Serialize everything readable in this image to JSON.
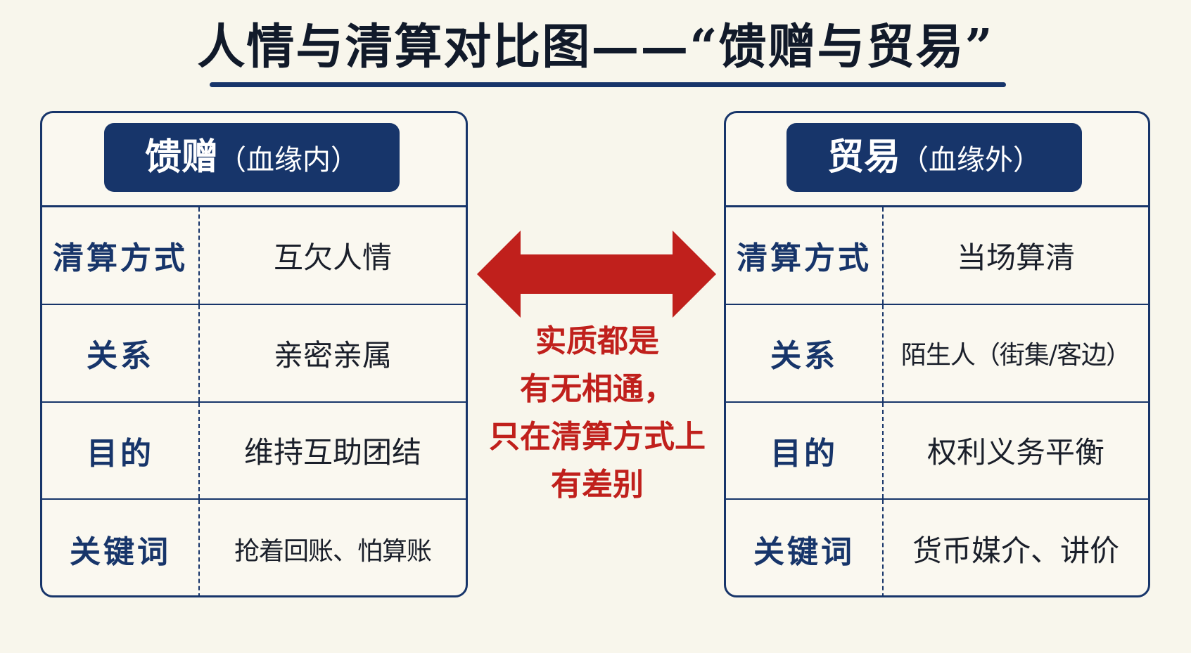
{
  "title": "人情与清算对比图——“馈赠与贸易”",
  "center": {
    "lines": [
      "实质都是",
      "有无相通，",
      "只在清算方式上",
      "有差别"
    ]
  },
  "left": {
    "header_main": "馈赠",
    "header_sub": "（血缘内）",
    "rows": [
      {
        "label": "清算方式",
        "value": "互欠人情"
      },
      {
        "label": "关系",
        "value": "亲密亲属"
      },
      {
        "label": "目的",
        "value": "维持互助团结"
      },
      {
        "label": "关键词",
        "value": "抢着回账、怕算账"
      }
    ]
  },
  "right": {
    "header_main": "贸易",
    "header_sub": "（血缘外）",
    "rows": [
      {
        "label": "清算方式",
        "value": "当场算清"
      },
      {
        "label": "关系",
        "value": "陌生人（街集/客边）"
      },
      {
        "label": "目的",
        "value": "权利义务平衡"
      },
      {
        "label": "关键词",
        "value": "货币媒介、讲价"
      }
    ]
  },
  "colors": {
    "navy": "#17356a",
    "red": "#c0201c",
    "background": "#f8f6ec"
  }
}
